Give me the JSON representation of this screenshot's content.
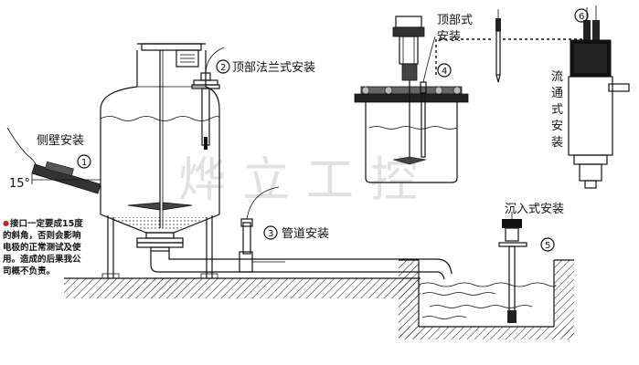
{
  "labels": {
    "side_wall": "侧壁安装",
    "angle": "15°",
    "top_flange": "顶部法兰式安装",
    "pipeline": "管道安装",
    "top_mount_1": "顶部式",
    "top_mount_2": "安装",
    "flow_type": [
      "流",
      "通",
      "式",
      "安",
      "装"
    ],
    "immersion": "沉入式安装"
  },
  "numbers": {
    "n1": "1",
    "n2": "2",
    "n3": "3",
    "n4": "4",
    "n5": "5",
    "n6": "6"
  },
  "note": {
    "bullet": "●",
    "lines": [
      "接口一定要成15度",
      "的斜角，否则会影响",
      "电极的正常测试及使",
      "用。造成的后果我公",
      "司概不负责。"
    ]
  },
  "watermark": "烨立工控",
  "colors": {
    "line": "#111111",
    "watermark": "#c9c9c9",
    "background": "#ffffff"
  }
}
